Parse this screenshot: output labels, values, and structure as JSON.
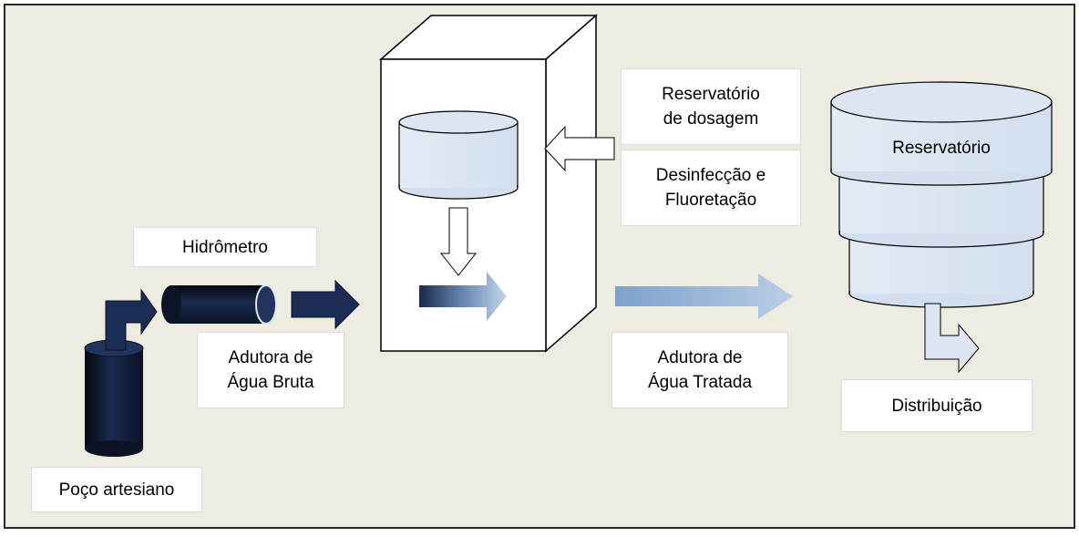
{
  "colors": {
    "background": "#EEEBE0",
    "frame": "#2B2B2B",
    "dark_navy": "#0E1A33",
    "light_blue": "#DCE6F2",
    "mid_blue": "#8DB3E2",
    "white": "#FFFFFF"
  },
  "labels": {
    "well": "Poço artesiano",
    "meter": "Hidrômetro",
    "raw_water_main": "Adutora de\nÁgua Bruta",
    "dosing_reservoir": "Reservatório\nde dosagem",
    "disinfection": "Desinfecção e\nFluoretação",
    "treated_water_main": "Adutora de\nÁgua Tratada",
    "reservoir": "Reservatório",
    "distribution": "Distribuição"
  },
  "icons": {
    "well": "cylinder-icon",
    "meter": "horizontal-cylinder-icon",
    "dosing_tank": "cylinder-icon",
    "reservoir": "stacked-tank-icon",
    "arrows": "arrow-icon"
  }
}
